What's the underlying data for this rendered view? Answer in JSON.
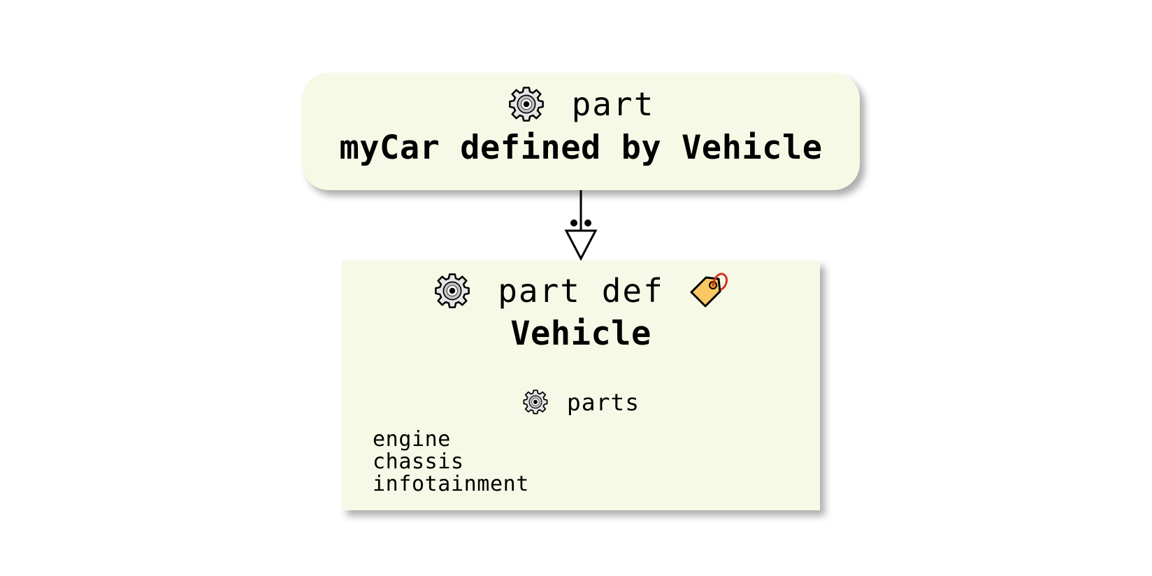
{
  "usage": {
    "keyword": "part",
    "name": "myCar defined by Vehicle",
    "icon": "gear-icon"
  },
  "definition": {
    "keyword": "part def",
    "name": "Vehicle",
    "icon": "gear-icon",
    "library_icon": "tag-icon",
    "compartment": {
      "label": "parts",
      "icon": "gear-icon",
      "items": [
        "engine",
        "chassis",
        "infotainment"
      ]
    }
  },
  "edge": {
    "type": "defined-by"
  },
  "colors": {
    "node_fill": "#f7f9e7",
    "stroke": "#000000",
    "tag_fill": "#f9c864",
    "tag_string": "#d6301c"
  }
}
